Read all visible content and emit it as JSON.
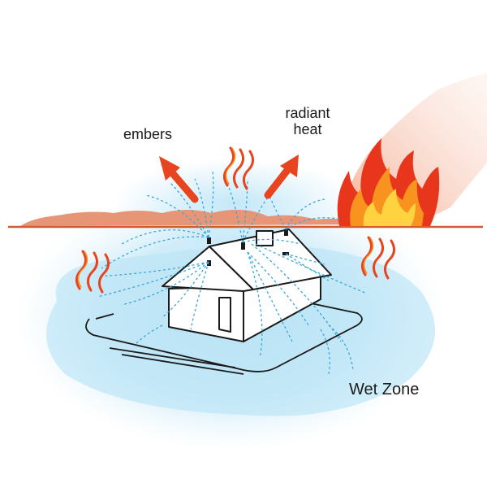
{
  "labels": {
    "embers": "embers",
    "radiant_line1": "radiant",
    "radiant_line2": "heat",
    "wet_zone": "Wet Zone"
  },
  "icons": {
    "ember_arrow": "arrow-icon",
    "heat_arrow": "arrow-icon",
    "heat_waves": "heat-wave-icon",
    "flames": "flame-icon",
    "house": "house-icon",
    "sprinkler": "sprinkler-icon"
  },
  "colors": {
    "water": "#3aa7d8",
    "wet_zone": "#bfe6f7",
    "ground": "#d9744a",
    "fire_red": "#e8361c",
    "fire_orange": "#f7931e",
    "fire_yellow": "#ffd23f",
    "smoke": "#f1b7a0",
    "outline": "#1a1a1a"
  }
}
